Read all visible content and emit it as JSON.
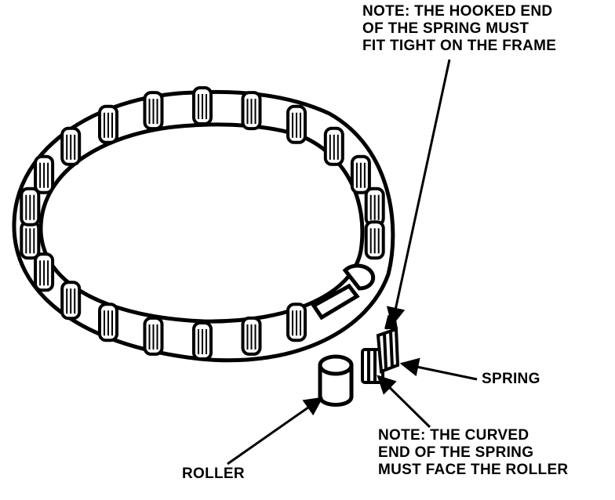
{
  "labels": {
    "note_hooked": [
      "NOTE: THE HOOKED END",
      "OF THE SPRING MUST",
      "FIT TIGHT ON THE FRAME"
    ],
    "spring": "SPRING",
    "note_curved": [
      "NOTE: THE CURVED",
      "END OF THE SPRING",
      "MUST FACE THE ROLLER"
    ],
    "roller": "ROLLER"
  },
  "colors": {
    "ink": "#000000",
    "fill": "#ffffff"
  }
}
